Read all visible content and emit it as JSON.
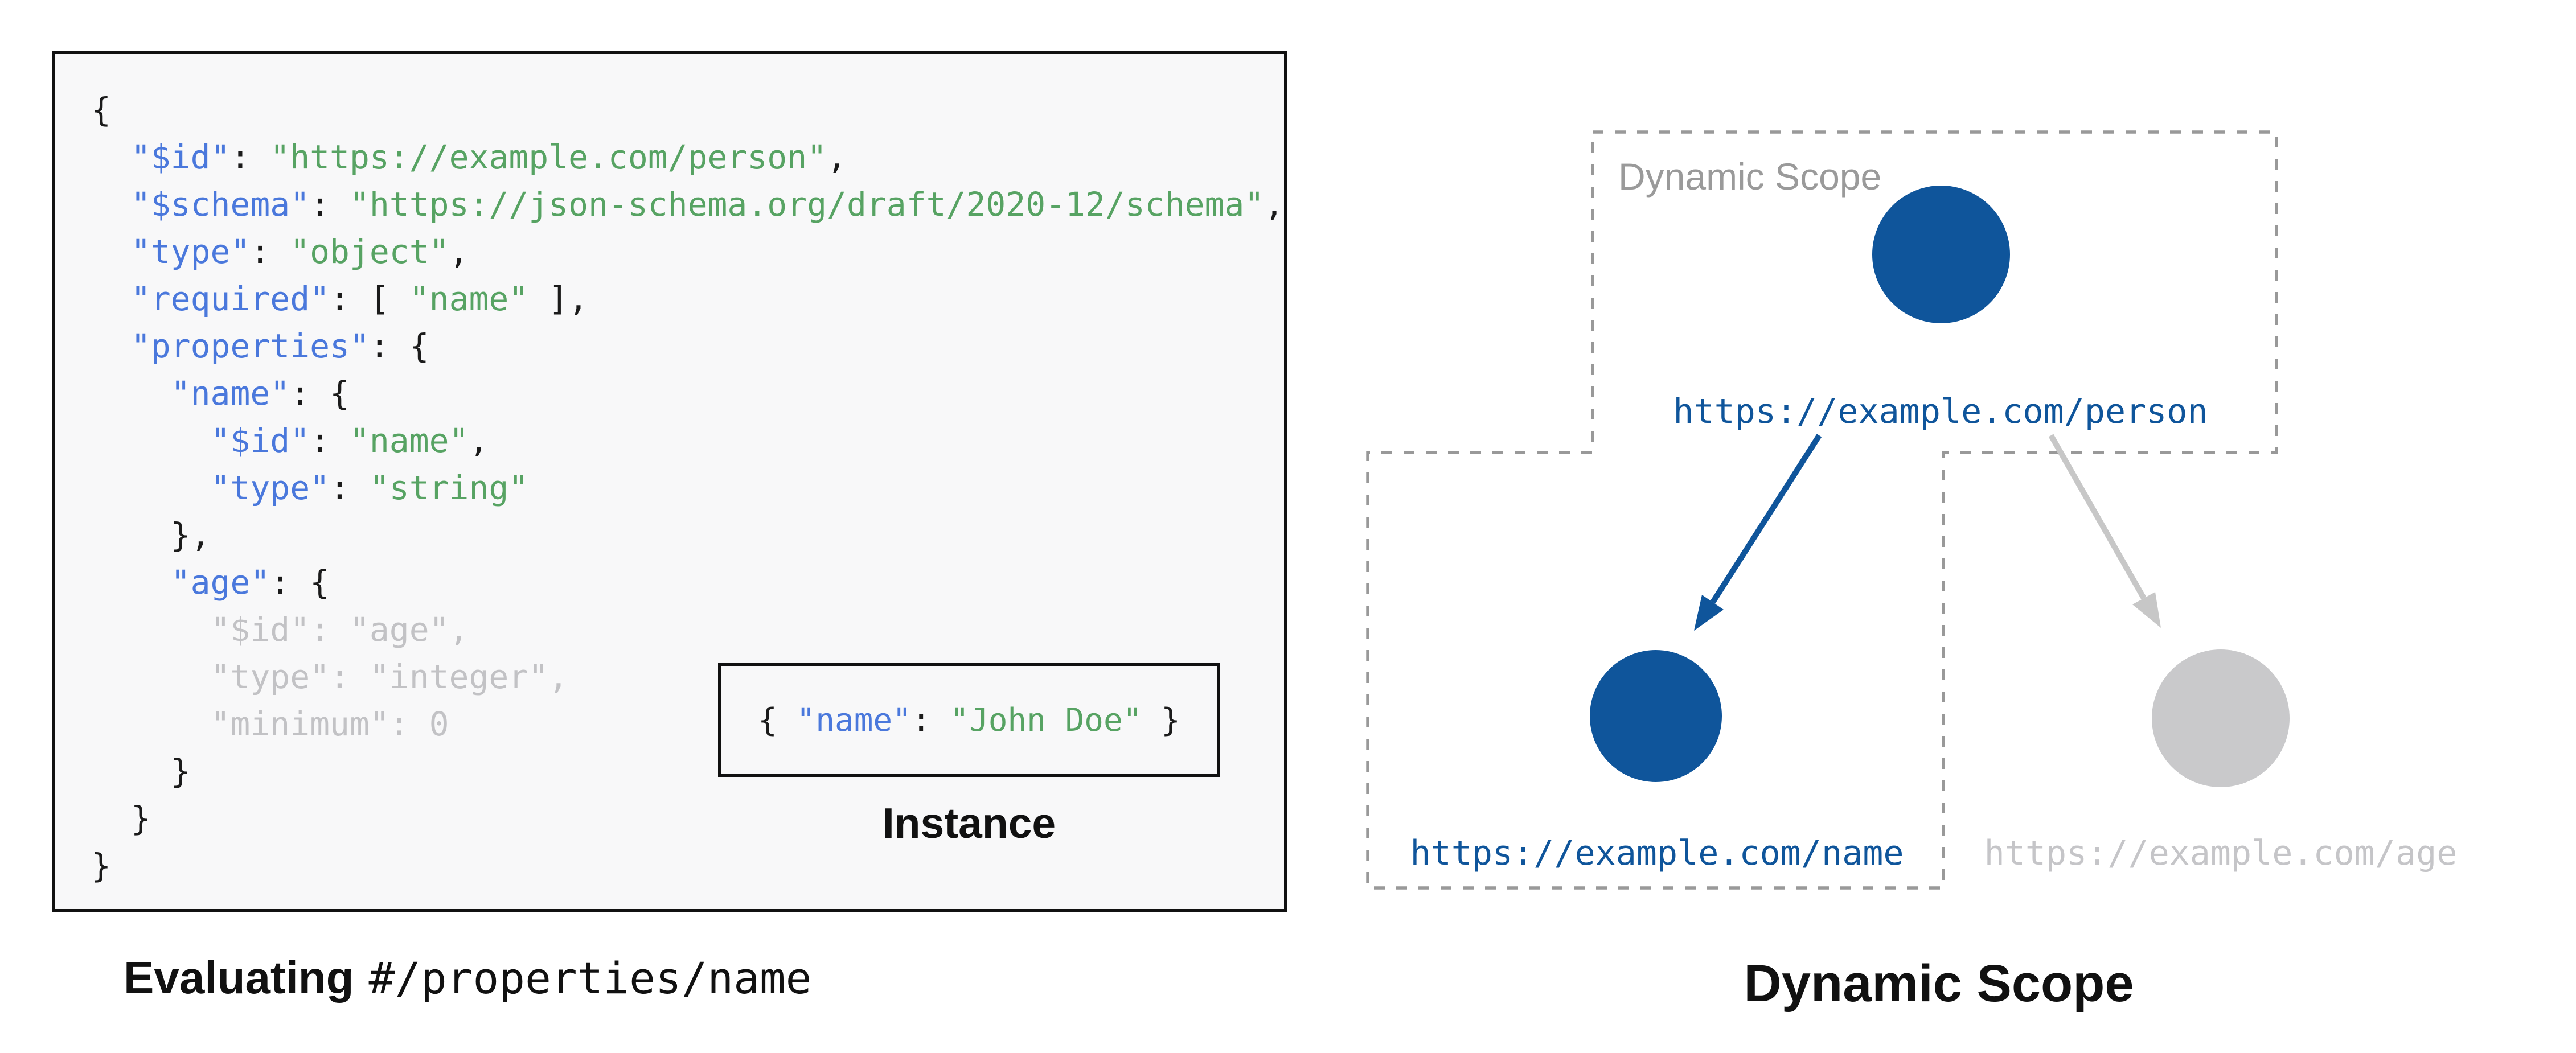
{
  "schema_panel": {
    "code_lines": [
      {
        "segments": [
          [
            "p",
            "{"
          ]
        ]
      },
      {
        "segments": [
          [
            "p",
            "  "
          ],
          [
            "k",
            "\"$id\""
          ],
          [
            "p",
            ": "
          ],
          [
            "s",
            "\"https://example.com/person\""
          ],
          [
            "p",
            ","
          ]
        ]
      },
      {
        "segments": [
          [
            "p",
            "  "
          ],
          [
            "k",
            "\"$schema\""
          ],
          [
            "p",
            ": "
          ],
          [
            "s",
            "\"https://json-schema.org/draft/2020-12/schema\""
          ],
          [
            "p",
            ","
          ]
        ]
      },
      {
        "segments": [
          [
            "p",
            "  "
          ],
          [
            "k",
            "\"type\""
          ],
          [
            "p",
            ": "
          ],
          [
            "s",
            "\"object\""
          ],
          [
            "p",
            ","
          ]
        ]
      },
      {
        "segments": [
          [
            "p",
            "  "
          ],
          [
            "k",
            "\"required\""
          ],
          [
            "p",
            ": [ "
          ],
          [
            "s",
            "\"name\""
          ],
          [
            "p",
            " ],"
          ]
        ]
      },
      {
        "segments": [
          [
            "p",
            "  "
          ],
          [
            "k",
            "\"properties\""
          ],
          [
            "p",
            ": {"
          ]
        ]
      },
      {
        "segments": [
          [
            "p",
            "    "
          ],
          [
            "k",
            "\"name\""
          ],
          [
            "p",
            ": {"
          ]
        ]
      },
      {
        "segments": [
          [
            "p",
            "      "
          ],
          [
            "k",
            "\"$id\""
          ],
          [
            "p",
            ": "
          ],
          [
            "s",
            "\"name\""
          ],
          [
            "p",
            ","
          ]
        ]
      },
      {
        "segments": [
          [
            "p",
            "      "
          ],
          [
            "k",
            "\"type\""
          ],
          [
            "p",
            ": "
          ],
          [
            "s",
            "\"string\""
          ]
        ]
      },
      {
        "segments": [
          [
            "p",
            "    },"
          ]
        ]
      },
      {
        "segments": [
          [
            "p",
            "    "
          ],
          [
            "k",
            "\"age\""
          ],
          [
            "p",
            ": {"
          ]
        ]
      },
      {
        "segments": [
          [
            "d",
            "      \"$id\": \"age\","
          ]
        ]
      },
      {
        "segments": [
          [
            "d",
            "      \"type\": \"integer\","
          ]
        ]
      },
      {
        "segments": [
          [
            "d",
            "      \"minimum\": 0"
          ]
        ]
      },
      {
        "segments": [
          [
            "p",
            "    }"
          ]
        ]
      },
      {
        "segments": [
          [
            "p",
            "  }"
          ]
        ]
      },
      {
        "segments": [
          [
            "p",
            "}"
          ]
        ]
      }
    ],
    "instance": {
      "code_segments": [
        [
          "p",
          "{ "
        ],
        [
          "k",
          "\"name\""
        ],
        [
          "p",
          ": "
        ],
        [
          "s",
          "\"John Doe\""
        ],
        [
          "p",
          " }"
        ]
      ],
      "label": "Instance"
    },
    "caption": {
      "bold": "Evaluating",
      "pointer": "#/properties/name"
    }
  },
  "diagram": {
    "scope_label": "Dynamic Scope",
    "title": "Dynamic Scope",
    "nodes": [
      {
        "id": "person",
        "label": "https://example.com/person",
        "state": "in-scope"
      },
      {
        "id": "name",
        "label": "https://example.com/name",
        "state": "in-scope"
      },
      {
        "id": "age",
        "label": "https://example.com/age",
        "state": "out-of-scope"
      }
    ],
    "colors": {
      "active_blue": "#0f559b",
      "inactive_gray": "#c9c9cb",
      "dash_gray": "#999999",
      "code_key_blue": "#4a78dc",
      "code_string_green": "#57a363",
      "code_dim_gray": "#c2c2c5",
      "panel_background": "#f8f8f9"
    }
  }
}
